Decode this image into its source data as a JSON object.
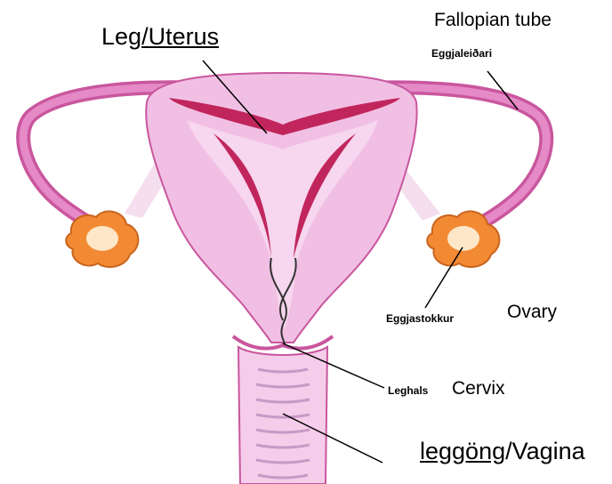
{
  "labels": {
    "uterus_part1": "Leg",
    "uterus_part2": "/Uterus",
    "fallopian_en": "Fallopian tube",
    "fallopian_is": "Eggjaleiðari",
    "ovary_is": "Eggjastokkur",
    "ovary_en": "Ovary",
    "cervix_is": "Leghals",
    "cervix_en": "Cervix",
    "vagina_part1": "leggöng",
    "vagina_part2": "/Vagina"
  },
  "colors": {
    "tube_outline": "#c9569e",
    "tube_fill": "#e58ac6",
    "body_fill": "#f1bfe4",
    "body_inner": "#f7d6ef",
    "lining": "#c0265c",
    "ovary": "#f28a34",
    "ovary_light": "#fde7c8",
    "vagina_fill": "#f5cdea",
    "ridge": "#c79ac6",
    "leader": "#000000"
  }
}
